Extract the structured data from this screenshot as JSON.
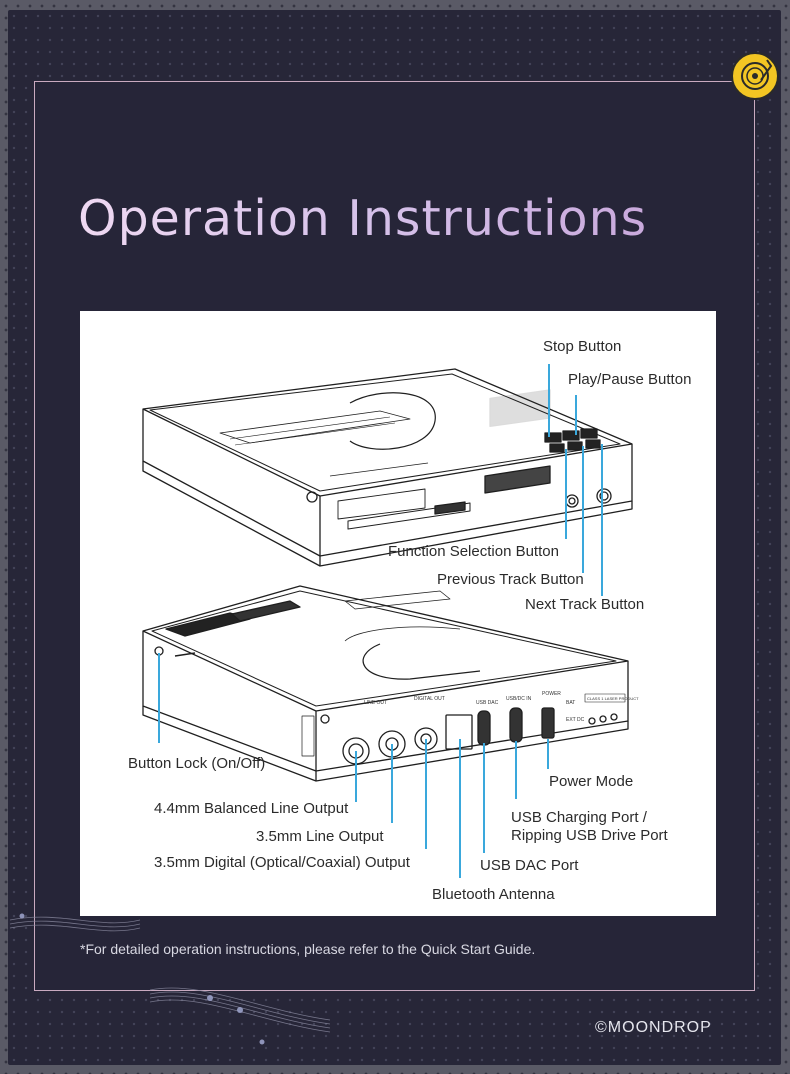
{
  "title": "Operation Instructions",
  "footnote": "*For detailed operation instructions, please refer to the Quick Start Guide.",
  "copyright": "©MOONDROP",
  "icons": {
    "badge": "vinyl-disc-icon",
    "decor": "music-notes-icon"
  },
  "colors": {
    "accent_line": "#3aa8dc",
    "badge": "#f3c623",
    "panel": "#272638",
    "title_gradient_start": "#efd9f2",
    "title_gradient_end": "#c9a9dc"
  },
  "top_labels": {
    "stop": "Stop Button",
    "play_pause": "Play/Pause Button",
    "function_selection": "Function Selection Button",
    "previous_track": "Previous Track Button",
    "next_track": "Next Track Button"
  },
  "bottom_labels": {
    "button_lock": "Button Lock (On/Off)",
    "balanced_out": "4.4mm Balanced Line Output",
    "line_out": "3.5mm Line Output",
    "digital_out": "3.5mm Digital (Optical/Coaxial) Output",
    "bluetooth": "Bluetooth Antenna",
    "usb_dac": "USB DAC Port",
    "usb_charging_1": "USB Charging Port /",
    "usb_charging_2": "Ripping USB Drive Port",
    "power_mode": "Power Mode"
  },
  "panel_print": {
    "line_out": "LINE OUT",
    "digital_out": "DIGITAL OUT",
    "usb_dac": "USB DAC",
    "usb_dc_in": "USB/DC IN",
    "power": "POWER",
    "bat": "BAT",
    "ext_dc": "EXT DC",
    "class1": "CLASS 1 LASER PRODUCT"
  }
}
